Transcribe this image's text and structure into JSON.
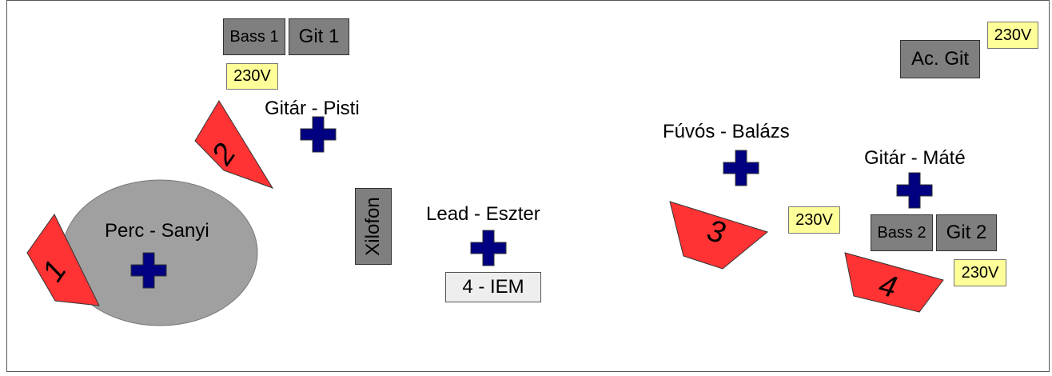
{
  "musicians": {
    "perc": "Perc - Sanyi",
    "git_pisti": "Gitár - Pisti",
    "lead": "Lead - Eszter",
    "fuvos": "Fúvós - Balázs",
    "git_mate": "Gitár - Máté"
  },
  "amps": {
    "bass1": "Bass 1",
    "git1": "Git 1",
    "bass2": "Bass 2",
    "git2": "Git 2",
    "ac_git": "Ac. Git",
    "xilofon": "Xilofon"
  },
  "power": [
    "230V",
    "230V",
    "230V",
    "230V"
  ],
  "monitors": [
    "1",
    "2",
    "3",
    "4"
  ],
  "iem": "4 - IEM",
  "colors": {
    "monitor": "#ff3333",
    "musician_marker": "#000080",
    "percussion_area": "#a0a0a0",
    "amp": "#7f7f7f",
    "power": "#ffff99",
    "iem": "#eeeeee"
  }
}
